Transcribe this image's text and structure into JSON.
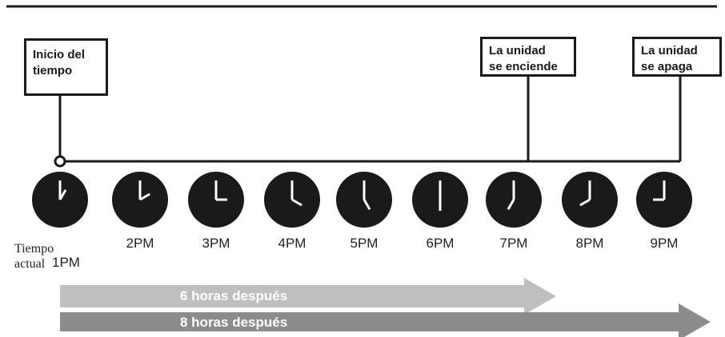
{
  "boxes": {
    "start": "Inicio del\ntiempo",
    "on": "La unidad\nse enciende",
    "off": "La unidad\nse apaga"
  },
  "current": {
    "label": "Tiempo\nactual",
    "hour": "1PM"
  },
  "hours": [
    "2PM",
    "3PM",
    "4PM",
    "5PM",
    "6PM",
    "7PM",
    "8PM",
    "9PM"
  ],
  "arrows": {
    "six": "6 horas después",
    "eight": "8 horas después"
  },
  "colors": {
    "line": "#1a1a1a",
    "clock": "#1a1a1a",
    "arrow_light": "#bfbfbf",
    "arrow_dark": "#8c8c8c"
  }
}
